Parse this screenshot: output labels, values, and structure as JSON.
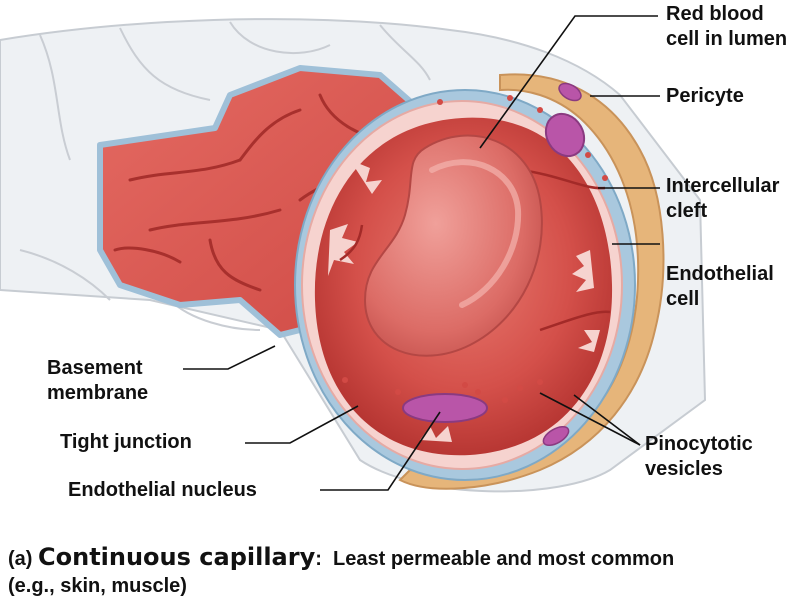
{
  "labels": {
    "red_blood_cell": [
      "Red blood",
      "cell in lumen"
    ],
    "pericyte": [
      "Pericyte"
    ],
    "intercellular_cleft": [
      "Intercellular",
      "cleft"
    ],
    "endothelial_cell": [
      "Endothelial",
      "cell"
    ],
    "basement_membrane": [
      "Basement",
      "membrane"
    ],
    "tight_junction": [
      "Tight junction"
    ],
    "endothelial_nucleus": [
      "Endothelial nucleus"
    ],
    "pinocytotic_vesicles": [
      "Pinocytotic",
      "vesicles"
    ]
  },
  "caption": {
    "prefix": "(a) ",
    "title": "Continuous capillary",
    "colon": ":",
    "description": "  Least permeable and most common",
    "examples": "(e.g., skin, muscle)"
  },
  "colors": {
    "vessel_red": "#d9534f",
    "lumen_dark": "#c0302e",
    "endothelium_pink": "#f6d3cf",
    "basement_blue": "#a9c8de",
    "pericyte_tan": "#e6b57a",
    "nucleus_purple": "#b955a8",
    "rbc": "#e0726c"
  }
}
